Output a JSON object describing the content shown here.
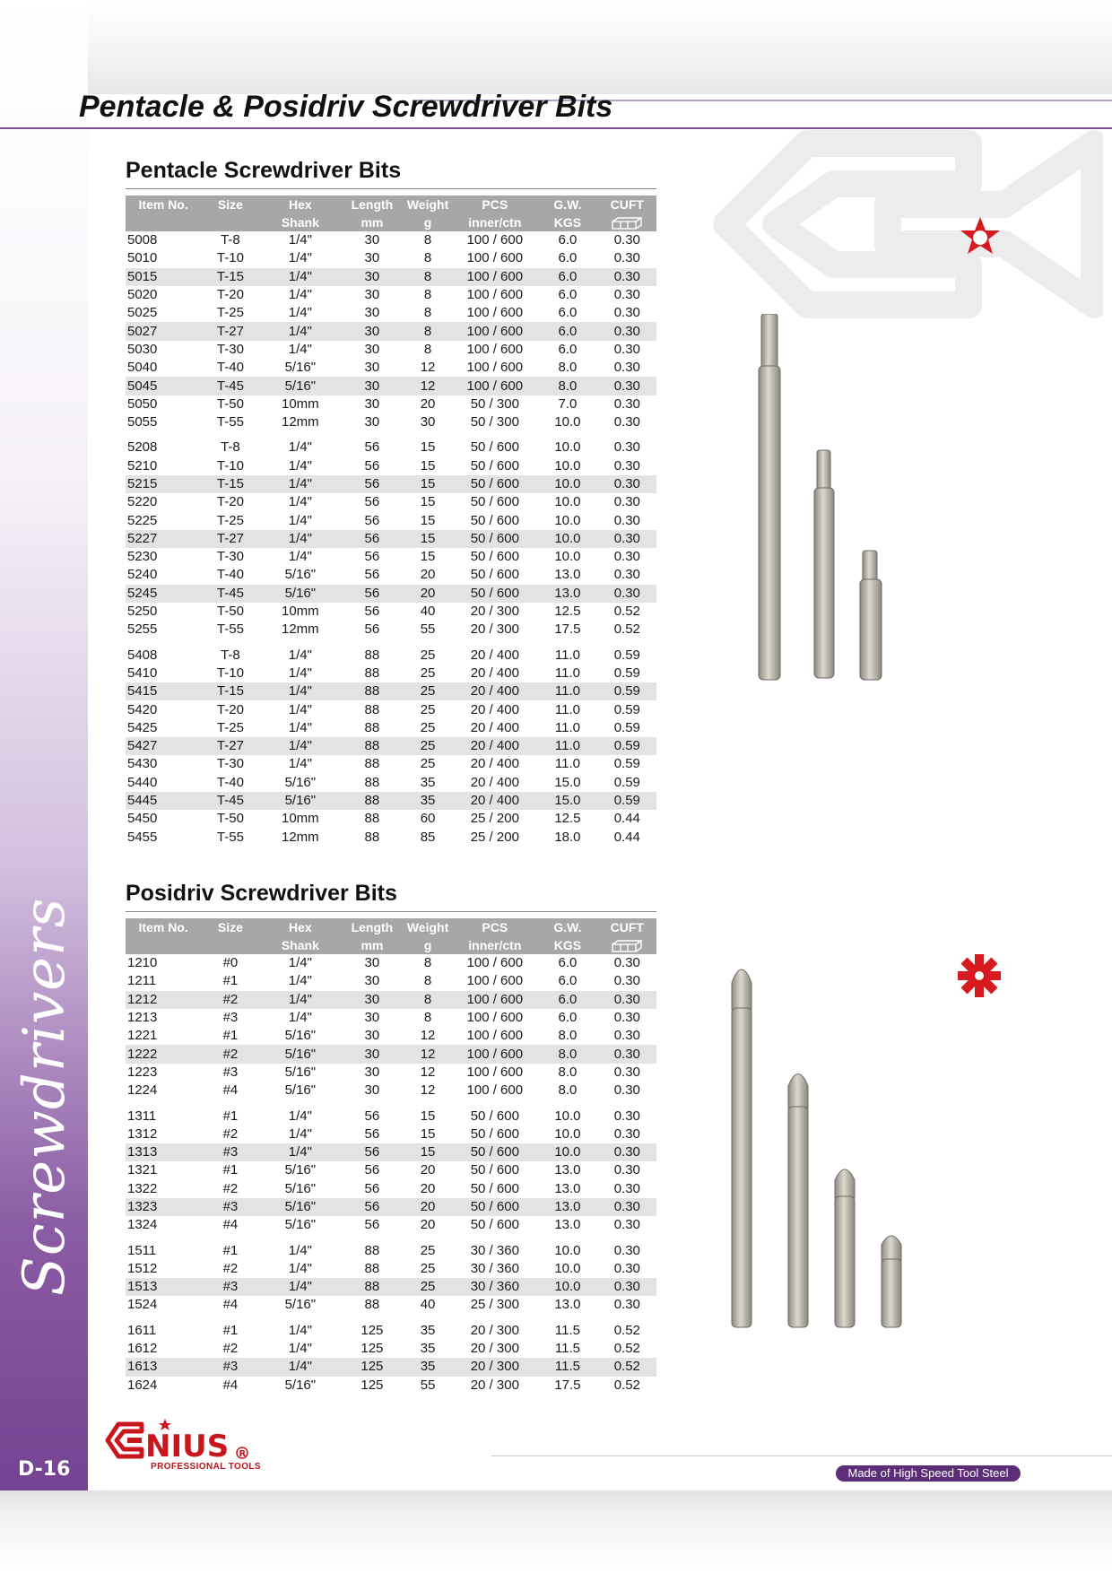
{
  "page_title": "Pentacle & Posidriv Screwdriver Bits",
  "sidebar_label": "Screwdrivers",
  "page_number": "D-16",
  "brand": {
    "name": "GENIUS",
    "tagline": "PROFESSIONAL TOOLS",
    "logo_color": "#c8161d"
  },
  "footer_badge": "Made of High Speed Tool Steel",
  "columns": {
    "top": [
      "Item No.",
      "Size",
      "Hex",
      "Length",
      "Weight",
      "PCS",
      "G.W.",
      "CUFT"
    ],
    "bottom": [
      "",
      "",
      "Shank",
      "mm",
      "g",
      "inner/ctn",
      "KGS",
      ""
    ]
  },
  "sections": [
    {
      "title": "Pentacle Screwdriver Bits",
      "icon": "pentacle-star-icon",
      "groups": [
        [
          [
            "5008",
            "T-8",
            "1/4\"",
            "30",
            "8",
            "100 / 600",
            "6.0",
            "0.30"
          ],
          [
            "5010",
            "T-10",
            "1/4\"",
            "30",
            "8",
            "100 / 600",
            "6.0",
            "0.30"
          ],
          [
            "5015",
            "T-15",
            "1/4\"",
            "30",
            "8",
            "100 / 600",
            "6.0",
            "0.30"
          ],
          [
            "5020",
            "T-20",
            "1/4\"",
            "30",
            "8",
            "100 / 600",
            "6.0",
            "0.30"
          ],
          [
            "5025",
            "T-25",
            "1/4\"",
            "30",
            "8",
            "100 / 600",
            "6.0",
            "0.30"
          ],
          [
            "5027",
            "T-27",
            "1/4\"",
            "30",
            "8",
            "100 / 600",
            "6.0",
            "0.30"
          ],
          [
            "5030",
            "T-30",
            "1/4\"",
            "30",
            "8",
            "100 / 600",
            "6.0",
            "0.30"
          ],
          [
            "5040",
            "T-40",
            "5/16\"",
            "30",
            "12",
            "100 / 600",
            "8.0",
            "0.30"
          ],
          [
            "5045",
            "T-45",
            "5/16\"",
            "30",
            "12",
            "100 / 600",
            "8.0",
            "0.30"
          ],
          [
            "5050",
            "T-50",
            "10mm",
            "30",
            "20",
            "50 / 300",
            "7.0",
            "0.30"
          ],
          [
            "5055",
            "T-55",
            "12mm",
            "30",
            "30",
            "50 / 300",
            "10.0",
            "0.30"
          ]
        ],
        [
          [
            "5208",
            "T-8",
            "1/4\"",
            "56",
            "15",
            "50 / 600",
            "10.0",
            "0.30"
          ],
          [
            "5210",
            "T-10",
            "1/4\"",
            "56",
            "15",
            "50 / 600",
            "10.0",
            "0.30"
          ],
          [
            "5215",
            "T-15",
            "1/4\"",
            "56",
            "15",
            "50 / 600",
            "10.0",
            "0.30"
          ],
          [
            "5220",
            "T-20",
            "1/4\"",
            "56",
            "15",
            "50 / 600",
            "10.0",
            "0.30"
          ],
          [
            "5225",
            "T-25",
            "1/4\"",
            "56",
            "15",
            "50 / 600",
            "10.0",
            "0.30"
          ],
          [
            "5227",
            "T-27",
            "1/4\"",
            "56",
            "15",
            "50 / 600",
            "10.0",
            "0.30"
          ],
          [
            "5230",
            "T-30",
            "1/4\"",
            "56",
            "15",
            "50 / 600",
            "10.0",
            "0.30"
          ],
          [
            "5240",
            "T-40",
            "5/16\"",
            "56",
            "20",
            "50 / 600",
            "13.0",
            "0.30"
          ],
          [
            "5245",
            "T-45",
            "5/16\"",
            "56",
            "20",
            "50 / 600",
            "13.0",
            "0.30"
          ],
          [
            "5250",
            "T-50",
            "10mm",
            "56",
            "40",
            "20 / 300",
            "12.5",
            "0.52"
          ],
          [
            "5255",
            "T-55",
            "12mm",
            "56",
            "55",
            "20 / 300",
            "17.5",
            "0.52"
          ]
        ],
        [
          [
            "5408",
            "T-8",
            "1/4\"",
            "88",
            "25",
            "20 / 400",
            "11.0",
            "0.59"
          ],
          [
            "5410",
            "T-10",
            "1/4\"",
            "88",
            "25",
            "20 / 400",
            "11.0",
            "0.59"
          ],
          [
            "5415",
            "T-15",
            "1/4\"",
            "88",
            "25",
            "20 / 400",
            "11.0",
            "0.59"
          ],
          [
            "5420",
            "T-20",
            "1/4\"",
            "88",
            "25",
            "20 / 400",
            "11.0",
            "0.59"
          ],
          [
            "5425",
            "T-25",
            "1/4\"",
            "88",
            "25",
            "20 / 400",
            "11.0",
            "0.59"
          ],
          [
            "5427",
            "T-27",
            "1/4\"",
            "88",
            "25",
            "20 / 400",
            "11.0",
            "0.59"
          ],
          [
            "5430",
            "T-30",
            "1/4\"",
            "88",
            "25",
            "20 / 400",
            "11.0",
            "0.59"
          ],
          [
            "5440",
            "T-40",
            "5/16\"",
            "88",
            "35",
            "20 / 400",
            "15.0",
            "0.59"
          ],
          [
            "5445",
            "T-45",
            "5/16\"",
            "88",
            "35",
            "20 / 400",
            "15.0",
            "0.59"
          ],
          [
            "5450",
            "T-50",
            "10mm",
            "88",
            "60",
            "25 / 200",
            "12.5",
            "0.44"
          ],
          [
            "5455",
            "T-55",
            "12mm",
            "88",
            "85",
            "25 / 200",
            "18.0",
            "0.44"
          ]
        ]
      ]
    },
    {
      "title": "Posidriv Screwdriver Bits",
      "icon": "posidriv-cross-icon",
      "groups": [
        [
          [
            "1210",
            "#0",
            "1/4\"",
            "30",
            "8",
            "100 / 600",
            "6.0",
            "0.30"
          ],
          [
            "1211",
            "#1",
            "1/4\"",
            "30",
            "8",
            "100 / 600",
            "6.0",
            "0.30"
          ],
          [
            "1212",
            "#2",
            "1/4\"",
            "30",
            "8",
            "100 / 600",
            "6.0",
            "0.30"
          ],
          [
            "1213",
            "#3",
            "1/4\"",
            "30",
            "8",
            "100 / 600",
            "6.0",
            "0.30"
          ],
          [
            "1221",
            "#1",
            "5/16\"",
            "30",
            "12",
            "100 / 600",
            "8.0",
            "0.30"
          ],
          [
            "1222",
            "#2",
            "5/16\"",
            "30",
            "12",
            "100 / 600",
            "8.0",
            "0.30"
          ],
          [
            "1223",
            "#3",
            "5/16\"",
            "30",
            "12",
            "100 / 600",
            "8.0",
            "0.30"
          ],
          [
            "1224",
            "#4",
            "5/16\"",
            "30",
            "12",
            "100 / 600",
            "8.0",
            "0.30"
          ]
        ],
        [
          [
            "1311",
            "#1",
            "1/4\"",
            "56",
            "15",
            "50 / 600",
            "10.0",
            "0.30"
          ],
          [
            "1312",
            "#2",
            "1/4\"",
            "56",
            "15",
            "50 / 600",
            "10.0",
            "0.30"
          ],
          [
            "1313",
            "#3",
            "1/4\"",
            "56",
            "15",
            "50 / 600",
            "10.0",
            "0.30"
          ],
          [
            "1321",
            "#1",
            "5/16\"",
            "56",
            "20",
            "50 / 600",
            "13.0",
            "0.30"
          ],
          [
            "1322",
            "#2",
            "5/16\"",
            "56",
            "20",
            "50 / 600",
            "13.0",
            "0.30"
          ],
          [
            "1323",
            "#3",
            "5/16\"",
            "56",
            "20",
            "50 / 600",
            "13.0",
            "0.30"
          ],
          [
            "1324",
            "#4",
            "5/16\"",
            "56",
            "20",
            "50 / 600",
            "13.0",
            "0.30"
          ]
        ],
        [
          [
            "1511",
            "#1",
            "1/4\"",
            "88",
            "25",
            "30 / 360",
            "10.0",
            "0.30"
          ],
          [
            "1512",
            "#2",
            "1/4\"",
            "88",
            "25",
            "30 / 360",
            "10.0",
            "0.30"
          ],
          [
            "1513",
            "#3",
            "1/4\"",
            "88",
            "25",
            "30 / 360",
            "10.0",
            "0.30"
          ],
          [
            "1524",
            "#4",
            "5/16\"",
            "88",
            "40",
            "25 / 300",
            "13.0",
            "0.30"
          ]
        ],
        [
          [
            "1611",
            "#1",
            "1/4\"",
            "125",
            "35",
            "20 / 300",
            "11.5",
            "0.52"
          ],
          [
            "1612",
            "#2",
            "1/4\"",
            "125",
            "35",
            "20 / 300",
            "11.5",
            "0.52"
          ],
          [
            "1613",
            "#3",
            "1/4\"",
            "125",
            "35",
            "20 / 300",
            "11.5",
            "0.52"
          ],
          [
            "1624",
            "#4",
            "5/16\"",
            "125",
            "55",
            "20 / 300",
            "17.5",
            "0.52"
          ]
        ]
      ]
    }
  ]
}
